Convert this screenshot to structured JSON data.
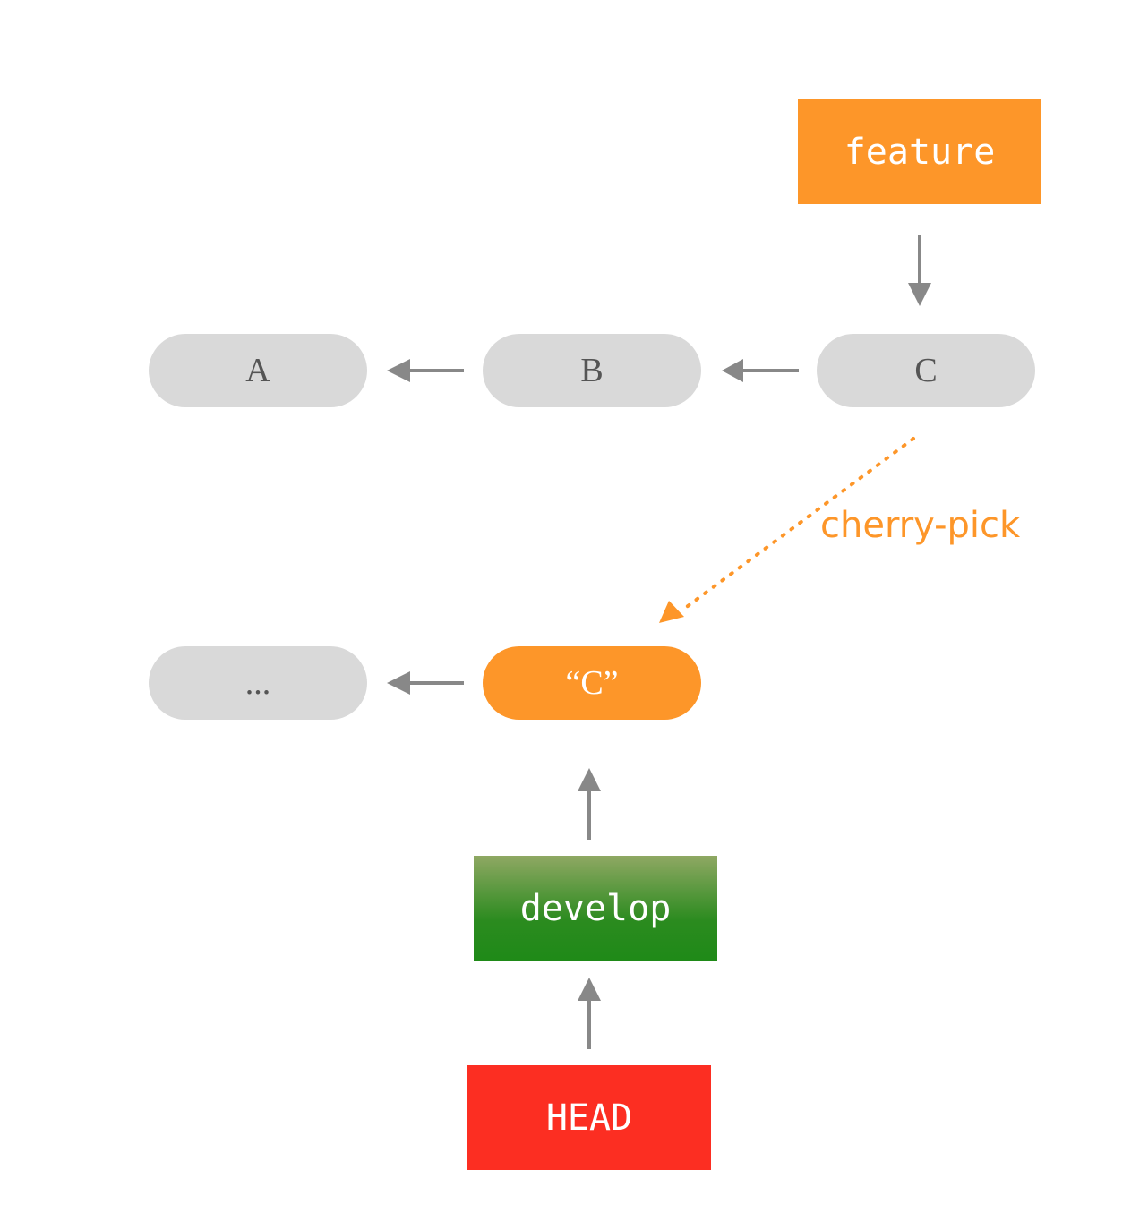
{
  "commits": {
    "a": "A",
    "b": "B",
    "c": "C",
    "ellipsis": "...",
    "picked_c": "“C”"
  },
  "branches": {
    "feature": "feature",
    "develop": "develop",
    "head": "HEAD"
  },
  "operation_label": "cherry-pick",
  "colors": {
    "commit_gray": "#d9d9d9",
    "feature_orange": "#fd9629",
    "develop_green": "#2b8b1f",
    "head_red": "#fc2e22",
    "arrow_gray": "#888888"
  }
}
